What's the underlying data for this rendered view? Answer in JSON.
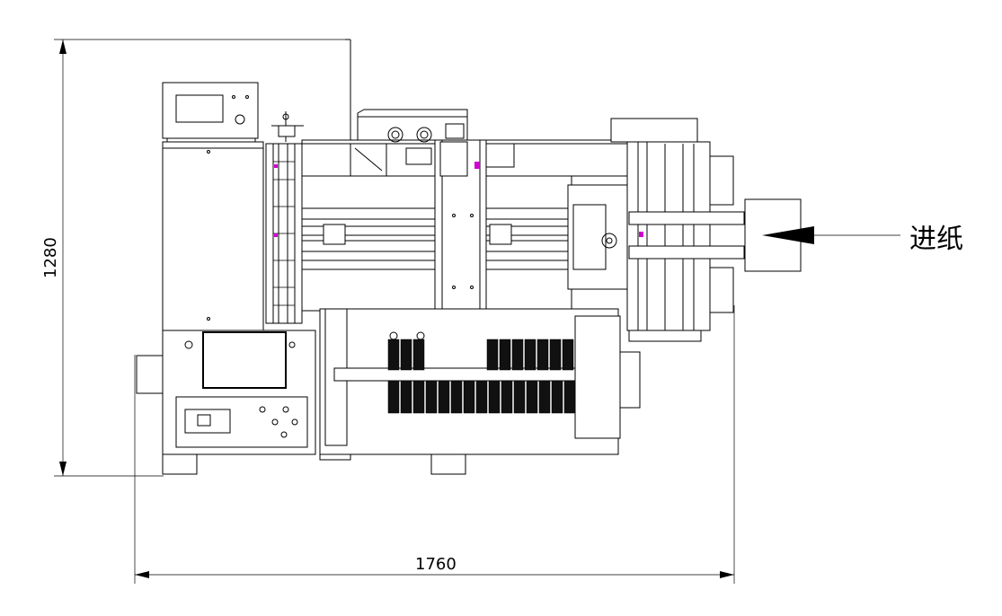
{
  "dimensions": {
    "height_label": "1280",
    "width_label": "1760"
  },
  "feed_label": "进纸"
}
